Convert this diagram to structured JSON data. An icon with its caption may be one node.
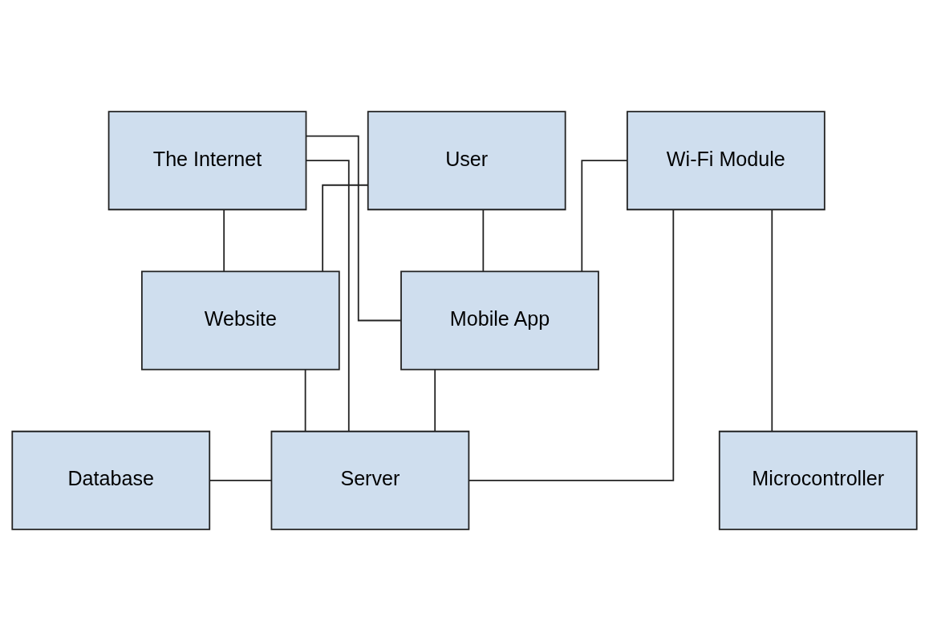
{
  "diagram": {
    "nodes": [
      {
        "text": [
          "User"
        ]
      },
      {
        "text": [
          "Website"
        ]
      },
      {
        "text": [
          "Mobile App"
        ]
      },
      {
        "text": [
          "The Internet"
        ]
      },
      {
        "text": [
          "Wi-Fi Module"
        ]
      },
      {
        "text": [
          "Database"
        ]
      },
      {
        "text": [
          "Server"
        ]
      },
      {
        "text": [
          "Microcontroller"
        ]
      }
    ],
    "edges": [
      {
        "from": 0,
        "to": 1,
        "arrow": "none"
      },
      {
        "from": 0,
        "to": 2,
        "arrow": "none"
      },
      {
        "from": 1,
        "to": 6,
        "arrow": "none"
      },
      {
        "from": 3,
        "to": 1,
        "arrow": "none"
      },
      {
        "from": 3,
        "to": 6,
        "arrow": "none"
      },
      {
        "from": 2,
        "to": 6,
        "arrow": "none"
      },
      {
        "from": 3,
        "to": 2,
        "arrow": "none"
      },
      {
        "from": 4,
        "to": 2,
        "arrow": "none"
      },
      {
        "from": 4,
        "to": 6,
        "arrow": "none"
      },
      {
        "from": 5,
        "to": 6,
        "arrow": "none"
      },
      {
        "from": 4,
        "to": 7,
        "arrow": "none"
      }
    ]
  }
}
